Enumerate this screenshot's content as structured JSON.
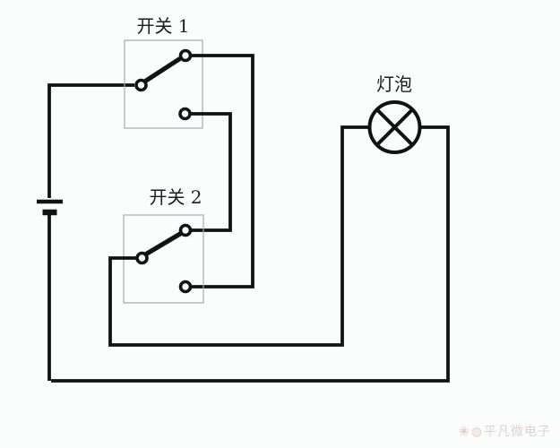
{
  "diagram": {
    "type": "circuit-schematic",
    "subject": "two-way switch lamp circuit",
    "background_color": "#fbfdfd",
    "wire_color": "#121212",
    "component_box_border_color": "#a8a8a8",
    "label_text_color": "#1c1c1c"
  },
  "labels": {
    "switch1": "开关 1",
    "switch2": "开关 2",
    "lamp": "灯泡"
  },
  "components": [
    {
      "name": "battery-symbol",
      "kind": "battery-cell"
    },
    {
      "name": "switch1-symbol",
      "kind": "spdt-switch",
      "state": "common-to-upper-throw"
    },
    {
      "name": "switch2-symbol",
      "kind": "spdt-switch",
      "state": "common-to-upper-throw"
    },
    {
      "name": "lamp-symbol",
      "kind": "lamp-circle-cross"
    }
  ],
  "watermark": {
    "icon1": "❀",
    "icon2": "◍",
    "text": "平凡微电子",
    "color": "#cdaaaa"
  }
}
